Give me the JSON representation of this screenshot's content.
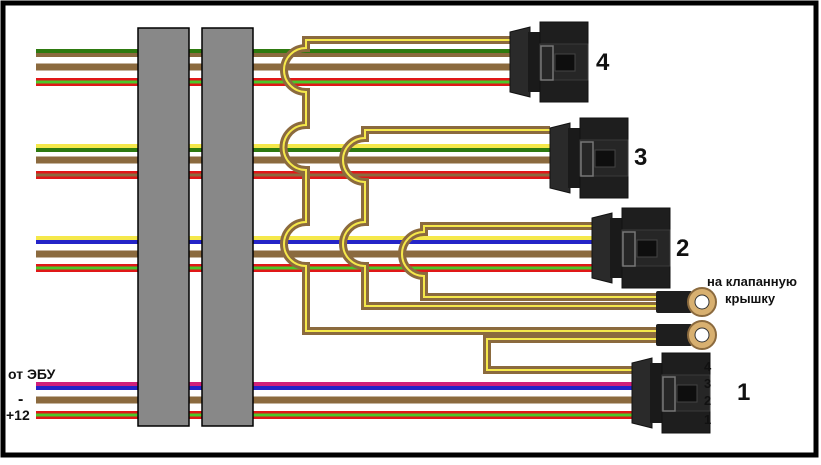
{
  "diagram": {
    "title": "Ignition coil wiring diagram",
    "colors": {
      "frame": "#000000",
      "block": "#888888",
      "brown": "#8b6a3e",
      "red": "#e01818",
      "green": "#4cc82a",
      "dark_green": "#2e7a10",
      "yellow": "#f5e84a",
      "blue": "#2424c8",
      "magenta": "#d0207a",
      "connector": "#1e1e1e",
      "shield_outer": "#8b6a3e",
      "shield_inner": "#f5e84a",
      "lug": "#d8b070"
    },
    "channels": [
      {
        "id": "4",
        "label": "4",
        "signal_colors": [
          "#2e7a10",
          "#8b6a3e"
        ],
        "ground_color": "#8b6a3e",
        "power_colors": [
          "#e01818",
          "#4cc82a"
        ]
      },
      {
        "id": "3",
        "label": "3",
        "signal_colors": [
          "#f5e84a",
          "#2e7a10"
        ],
        "ground_color": "#8b6a3e",
        "power_colors": [
          "#e01818",
          "#8b6a3e"
        ]
      },
      {
        "id": "2",
        "label": "2",
        "signal_colors": [
          "#f5e84a",
          "#2424c8"
        ],
        "ground_color": "#8b6a3e",
        "power_colors": [
          "#e01818",
          "#4cc82a"
        ]
      },
      {
        "id": "1",
        "label": "1",
        "signal_colors": [
          "#d0207a",
          "#2424c8"
        ],
        "ground_color": "#8b6a3e",
        "power_colors": [
          "#e01818",
          "#4cc82a"
        ]
      }
    ],
    "input_labels": {
      "ecu": "от ЭБУ",
      "minus": "-",
      "plus12": "+12"
    },
    "pin_labels": [
      "4",
      "3",
      "2",
      "1"
    ],
    "ground_note_line1": "на клапанную",
    "ground_note_line2": "крышку"
  }
}
